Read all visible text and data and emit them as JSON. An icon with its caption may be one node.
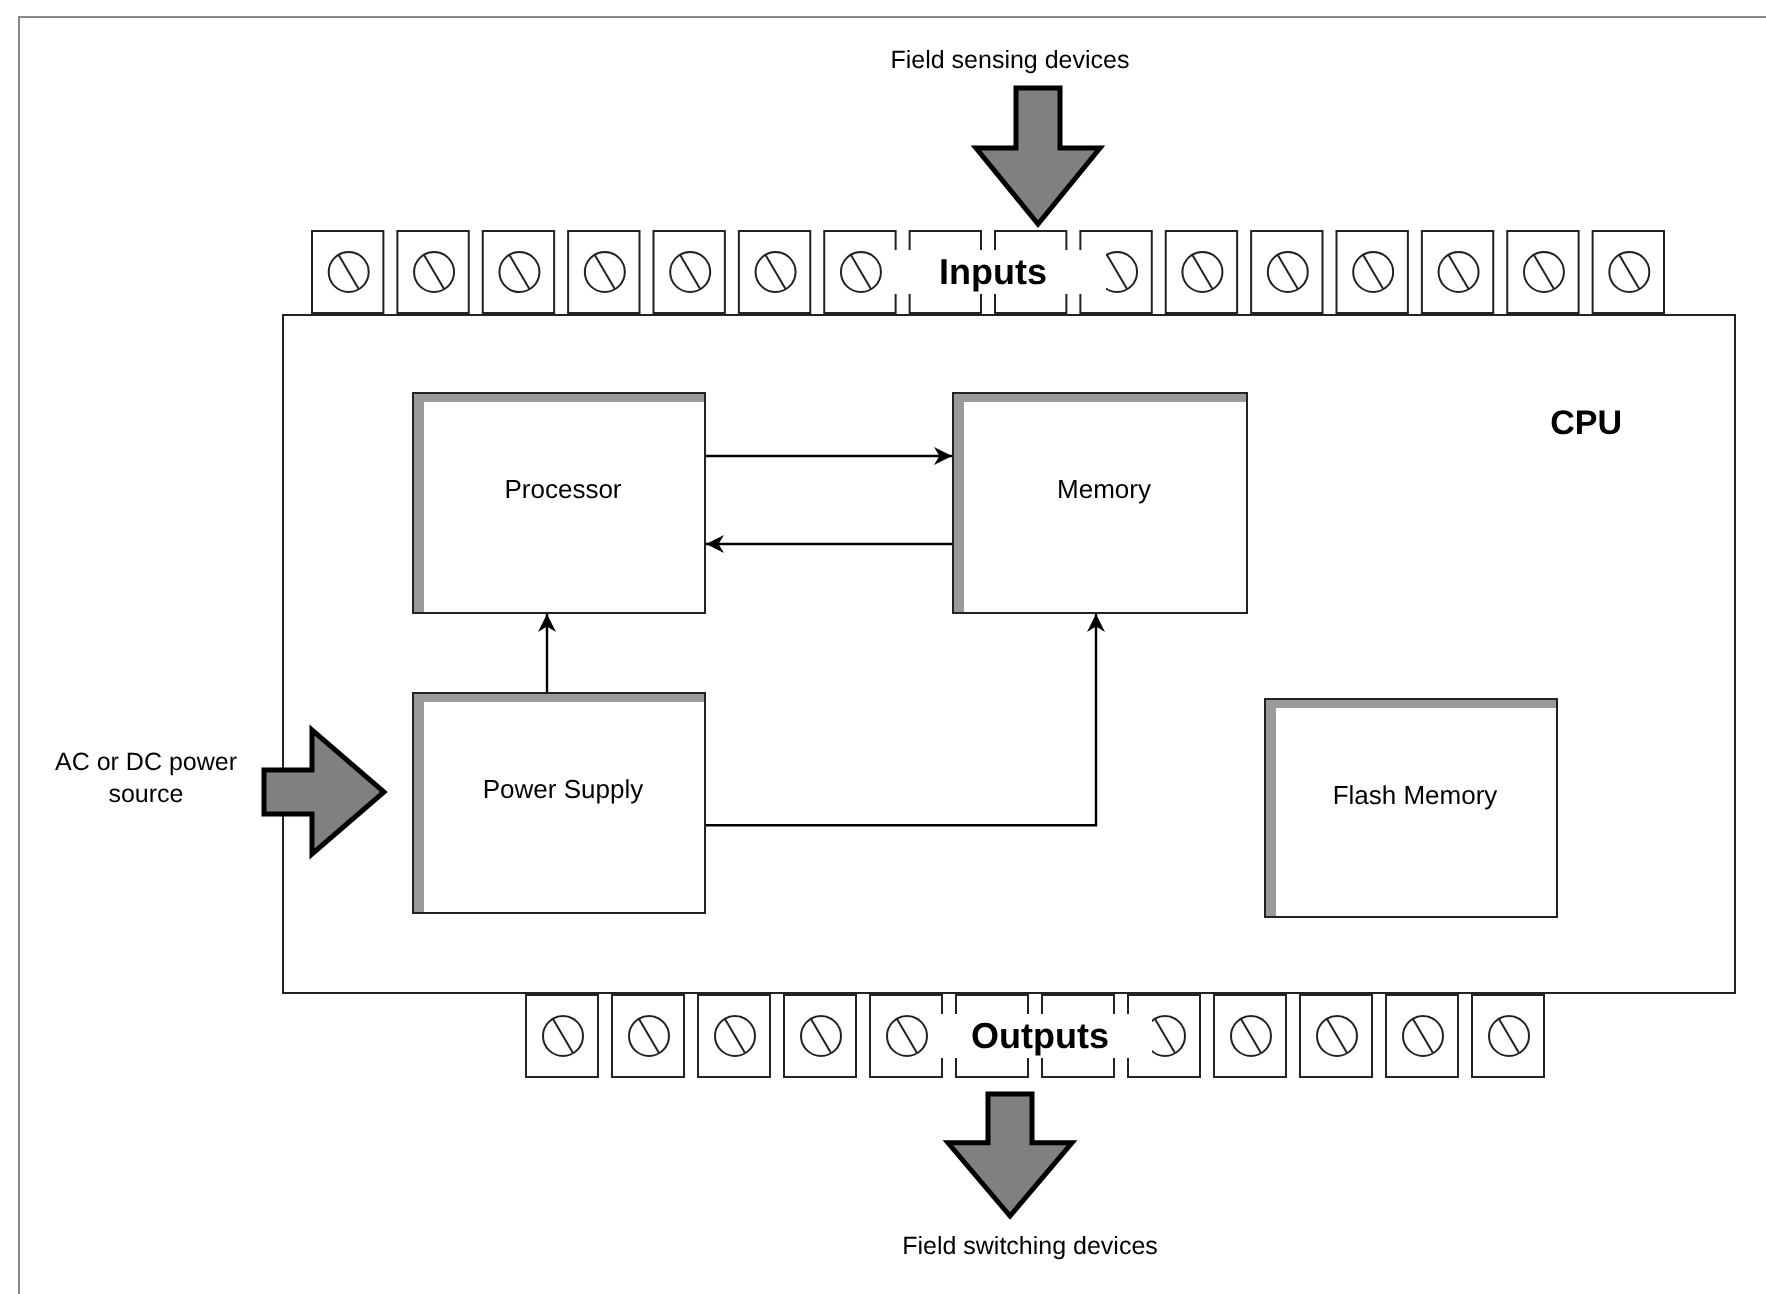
{
  "diagram": {
    "nodes": [
      {
        "text": [
          "Field sensing devices"
        ]
      },
      {
        "text": [
          "Inputs"
        ]
      },
      {
        "text": [
          "CPU"
        ]
      },
      {
        "text": [
          "Processor"
        ],
        "in": 2
      },
      {
        "text": [
          "Memory"
        ],
        "in": 2
      },
      {
        "text": [
          "Power Supply"
        ],
        "in": 2
      },
      {
        "text": [
          "Flash Memory"
        ],
        "in": 2
      },
      {
        "text": [
          "AC or DC power source"
        ]
      },
      {
        "text": [
          "Outputs"
        ]
      },
      {
        "text": [
          "Field switching devices"
        ]
      }
    ],
    "edges": [
      {
        "from": 0,
        "to": 1,
        "arrow": "to",
        "style": "thick",
        "color": "#808080"
      },
      {
        "from": 3,
        "to": 4,
        "arrow": "to"
      },
      {
        "from": 4,
        "to": 3,
        "arrow": "to"
      },
      {
        "from": 5,
        "to": 3,
        "arrow": "to"
      },
      {
        "from": 5,
        "to": 4,
        "arrow": "to"
      },
      {
        "from": 7,
        "to": 5,
        "arrow": "to",
        "style": "thick",
        "color": "#808080"
      },
      {
        "from": 8,
        "to": 9,
        "arrow": "to",
        "style": "thick",
        "color": "#808080"
      }
    ]
  }
}
